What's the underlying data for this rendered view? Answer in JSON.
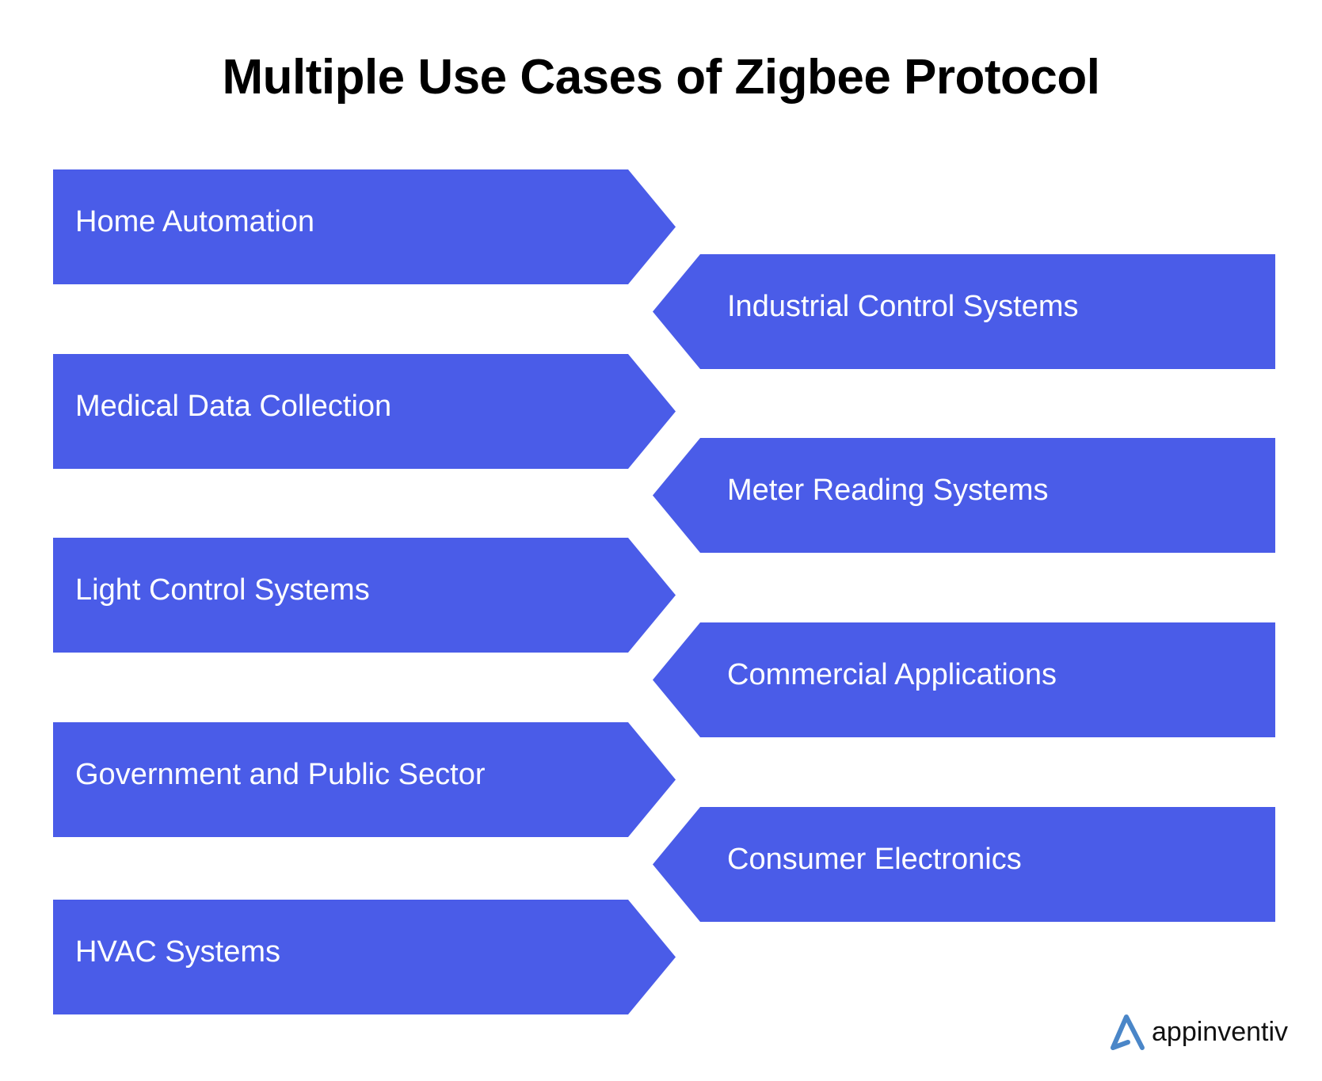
{
  "title": "Multiple Use Cases of Zigbee Protocol",
  "use_cases": [
    "Home Automation",
    "Industrial Control Systems",
    "Medical Data Collection",
    "Meter Reading Systems",
    "Light Control Systems",
    "Commercial Applications",
    "Government and Public Sector",
    "Consumer Electronics",
    "HVAC Systems"
  ],
  "logo": {
    "text": "appinventiv",
    "color": "#4A86C8"
  },
  "colors": {
    "box": "#4A5CE8",
    "text": "#FFFFFF"
  }
}
